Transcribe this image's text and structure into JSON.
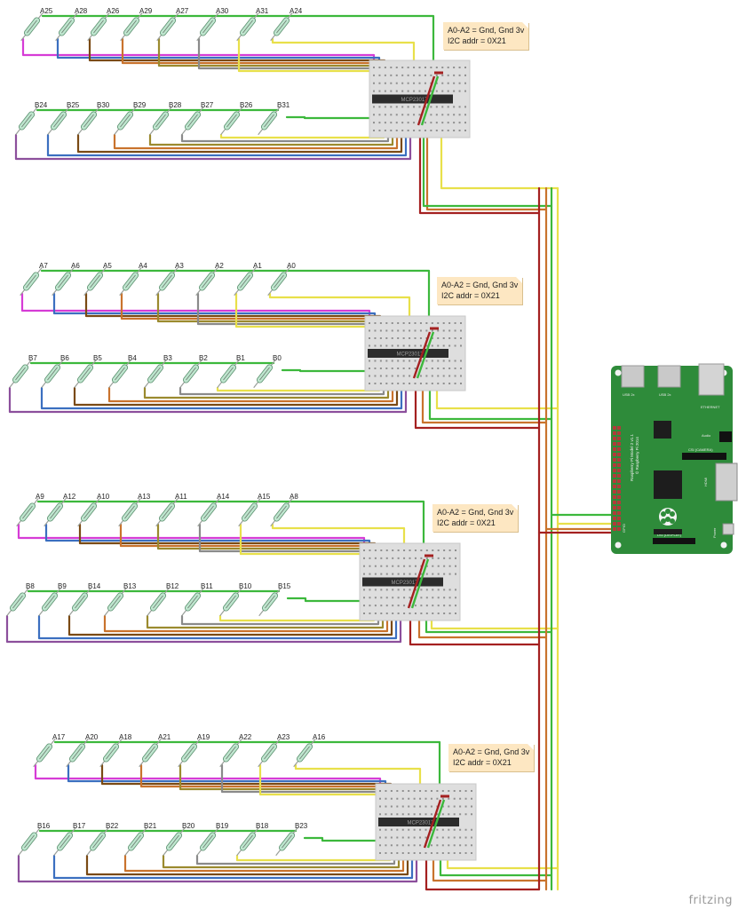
{
  "brand": "fritzing",
  "colors": {
    "green": "#3cb83c",
    "yellow": "#e8e04a",
    "grey": "#8a8a8a",
    "orange": "#c9732d",
    "olive": "#9b8a2e",
    "brown": "#7a4a14",
    "blue": "#3b6fc0",
    "magenta": "#d63cd6",
    "purple": "#8c4f9c",
    "red": "#a42020",
    "breadboard": "#dedede",
    "pi_board": "#2e8b3a"
  },
  "boards": [
    {
      "note_line1": "A0-A2 = Gnd, Gnd 3v",
      "note_line2": "I2C addr = 0X21",
      "chip_label": "MCP23017",
      "top_switches": [
        "A25",
        "A28",
        "A26",
        "A29",
        "A27",
        "A30",
        "A31",
        "A24"
      ],
      "bottom_switches": [
        "B24",
        "B25",
        "B30",
        "B29",
        "B28",
        "B27",
        "B26",
        "B31"
      ]
    },
    {
      "note_line1": "A0-A2 = Gnd, Gnd 3v",
      "note_line2": "I2C addr = 0X21",
      "chip_label": "MCP23017",
      "top_switches": [
        "A7",
        "A6",
        "A5",
        "A4",
        "A3",
        "A2",
        "A1",
        "A0"
      ],
      "bottom_switches": [
        "B7",
        "B6",
        "B5",
        "B4",
        "B3",
        "B2",
        "B1",
        "B0"
      ]
    },
    {
      "note_line1": "A0-A2 = Gnd, Gnd 3v",
      "note_line2": "I2C addr = 0X21",
      "chip_label": "MCP23017",
      "top_switches": [
        "A9",
        "A12",
        "A10",
        "A13",
        "A11",
        "A14",
        "A15",
        "A8"
      ],
      "bottom_switches": [
        "B8",
        "B9",
        "B14",
        "B13",
        "B12",
        "B11",
        "B10",
        "B15"
      ]
    },
    {
      "note_line1": "A0-A2 = Gnd, Gnd 3v",
      "note_line2": "I2C addr = 0X21",
      "chip_label": "MCP23017",
      "top_switches": [
        "A17",
        "A20",
        "A18",
        "A21",
        "A19",
        "A22",
        "A23",
        "A16"
      ],
      "bottom_switches": [
        "B16",
        "B17",
        "B22",
        "B21",
        "B20",
        "B19",
        "B18",
        "B23"
      ]
    }
  ],
  "raspberry_pi": {
    "model_text": "Raspberry Pi Model 2 v1.1",
    "copyright_text": "© Raspberry Pi 2014",
    "camera_label": "CSI (CAMERA)",
    "display_label": "DSI (DISPLAY)",
    "usb_label_1": "USB 2x",
    "usb_label_2": "USB 2x",
    "ethernet_label": "ETHERNET",
    "hdmi_label": "HDMI",
    "power_label": "Power",
    "audio_label": "Audio",
    "gpio_label": "GPIO"
  }
}
